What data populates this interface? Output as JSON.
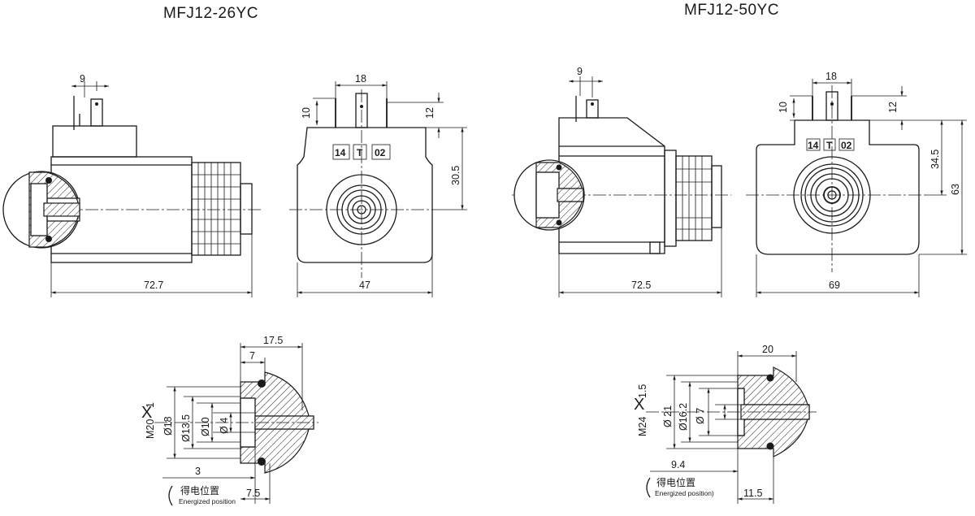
{
  "models": {
    "left": "MFJ12-26YC",
    "right": "MFJ12-50YC"
  },
  "left_views": {
    "side": {
      "pin_offset": "9",
      "length": "72.7"
    },
    "front": {
      "pin_span": "18",
      "pin_height_a": "10",
      "pin_height_b": "12",
      "height": "30.5",
      "width": "47",
      "terminals": [
        "14",
        "T",
        "02"
      ]
    },
    "section": {
      "depth": "17.5",
      "thread_depth": "7",
      "thread": "M20",
      "thread_x": "X",
      "thread_pitch": "1",
      "d1": "Ø18",
      "d2": "Ø13.5",
      "d3": "Ø10",
      "d4": "Ø 4",
      "offset": "3",
      "stroke": "7.5",
      "energized_cn": "得电位置",
      "energized_en": "Energized position"
    }
  },
  "right_views": {
    "side": {
      "pin_offset": "9",
      "length": "72.5"
    },
    "front": {
      "pin_span": "18",
      "pin_height_a": "10",
      "pin_height_b": "12",
      "height_a": "34.5",
      "height_b": "63",
      "width": "69",
      "terminals": [
        "14",
        "T",
        "02"
      ]
    },
    "section": {
      "depth": "20",
      "thread": "M24",
      "thread_x": "X",
      "thread_pitch": "1.5",
      "d1": "Ø 21",
      "d2": "Ø16.2",
      "d3": "Ø 7",
      "offset": "9.4",
      "stroke": "11.5",
      "energized_cn": "得电位置",
      "energized_en": "Energized position)"
    }
  }
}
